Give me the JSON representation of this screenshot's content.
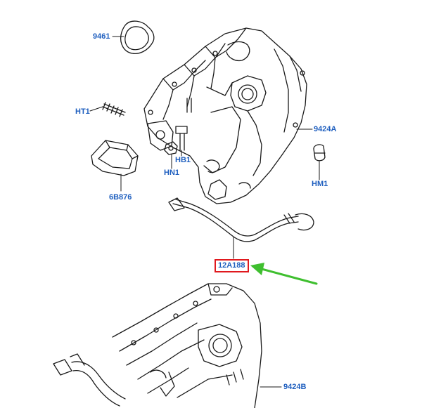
{
  "diagram": {
    "parts": [
      {
        "id": "9461",
        "label": "9461"
      },
      {
        "id": "HT1",
        "label": "HT1"
      },
      {
        "id": "9424A",
        "label": "9424A"
      },
      {
        "id": "HB1",
        "label": "HB1"
      },
      {
        "id": "HN1",
        "label": "HN1"
      },
      {
        "id": "HM1",
        "label": "HM1"
      },
      {
        "id": "6B876",
        "label": "6B876"
      },
      {
        "id": "12A188",
        "label": "12A188",
        "highlighted": true
      },
      {
        "id": "9424B",
        "label": "9424B"
      }
    ],
    "colors": {
      "label": "#1f5fbf",
      "highlight_box": "#e0191e",
      "arrow": "#3fbf2f",
      "line": "#1a1a1a"
    }
  }
}
